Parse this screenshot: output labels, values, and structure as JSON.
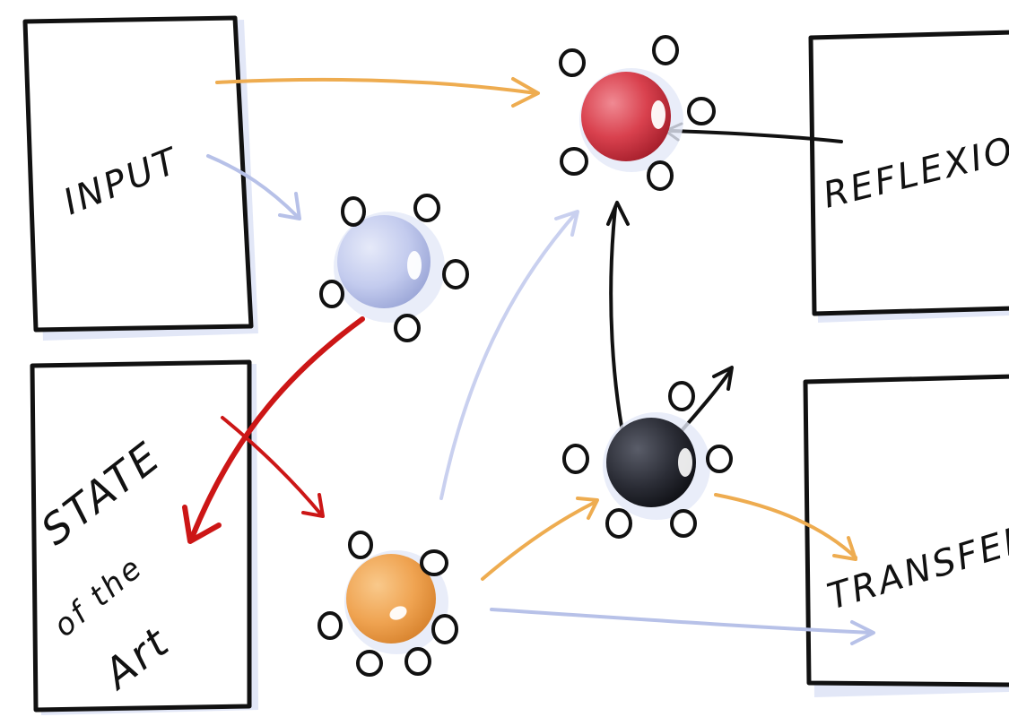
{
  "boxes": {
    "input": {
      "label": "INPUT"
    },
    "state_of_art": {
      "line1": "STATE",
      "line2": "of the",
      "line3": "Art"
    },
    "reflexion": {
      "label": "REFLEXION"
    },
    "transfer": {
      "label": "TRANSFER"
    }
  },
  "nodes": [
    {
      "name": "red-molecule-node",
      "color": "#d9414e"
    },
    {
      "name": "lavender-molecule-node",
      "color": "#c3cbee"
    },
    {
      "name": "orange-molecule-node",
      "color": "#efa351"
    },
    {
      "name": "black-molecule-node",
      "color": "#2b2d36"
    }
  ],
  "colors": {
    "stroke": "#111111",
    "shadow": "#dfe4f6",
    "orange_arrow": "#eeac50",
    "lavender_arrow": "#b7c1e8",
    "red_arrow": "#cc1616",
    "black_arrow": "#111111"
  }
}
